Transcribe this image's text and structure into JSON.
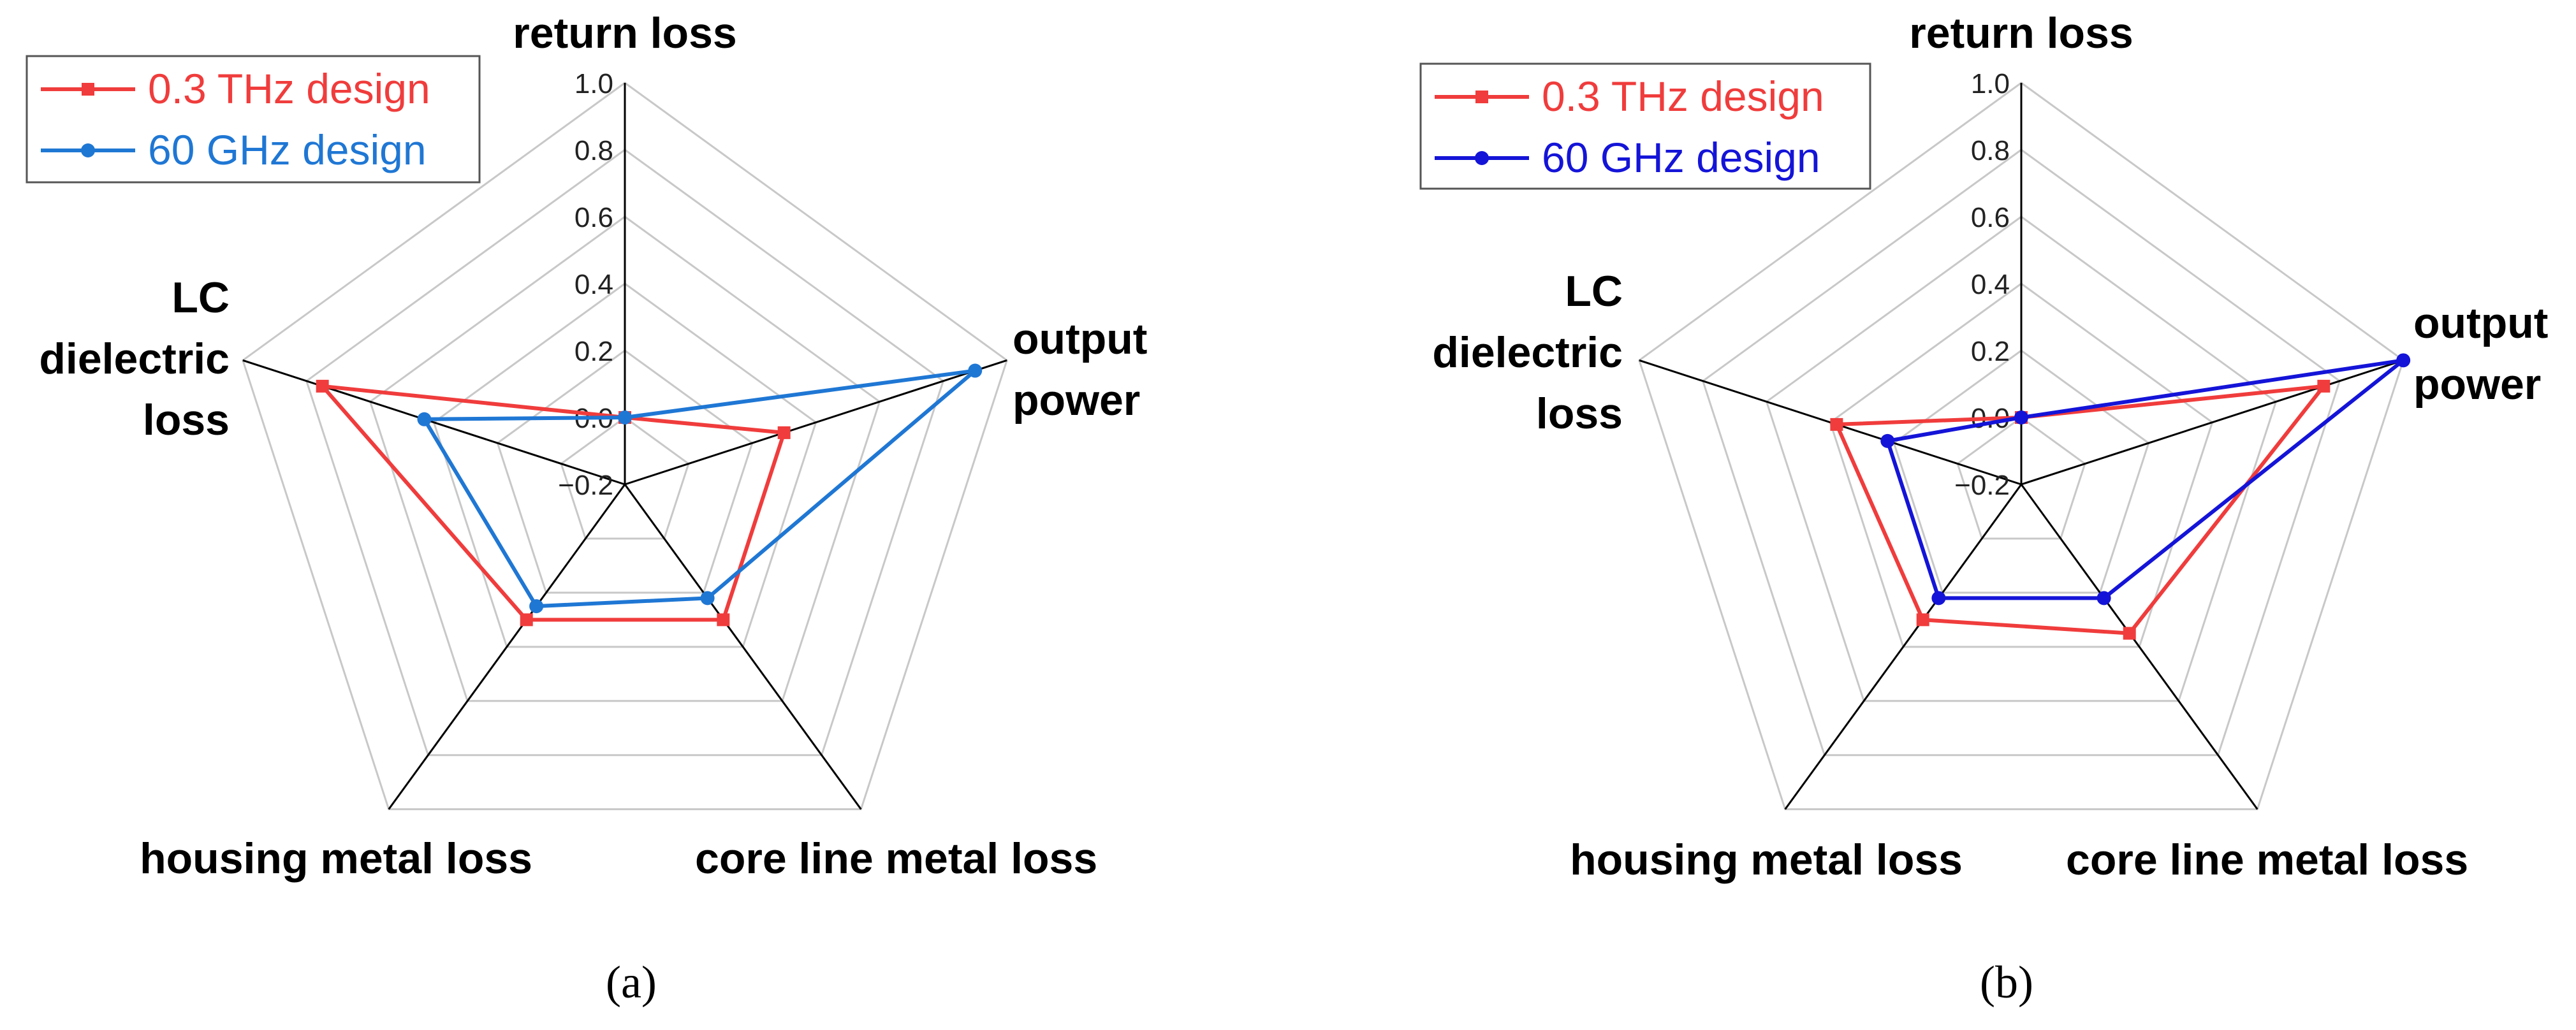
{
  "chart_data": [
    {
      "type": "radar",
      "panel_label": "(a)",
      "axes": [
        "return loss",
        "output power",
        "core line metal loss",
        "housing metal loss",
        "LC dielectric loss"
      ],
      "axis_label_lines": [
        [
          "return loss"
        ],
        [
          "output",
          "power"
        ],
        [
          "core line metal loss"
        ],
        [
          "housing metal loss"
        ],
        [
          "LC",
          "dielectric",
          "loss"
        ]
      ],
      "ticks": [
        "1.0",
        "0.8",
        "0.6",
        "0.4",
        "0.2",
        "0.0",
        "−0.2"
      ],
      "rlim": [
        -0.2,
        1.0
      ],
      "legend_position": "top-left",
      "series": [
        {
          "name": "0.3 THz design",
          "color": "#f03c3c",
          "marker": "square",
          "values": [
            0.0,
            0.3,
            0.3,
            0.3,
            0.75
          ]
        },
        {
          "name": "60 GHz design",
          "color": "#1f77d4",
          "marker": "circle",
          "values": [
            0.0,
            0.9,
            0.22,
            0.25,
            0.43
          ]
        }
      ]
    },
    {
      "type": "radar",
      "panel_label": "(b)",
      "axes": [
        "return loss",
        "output power",
        "core line metal loss",
        "housing metal loss",
        "LC dielectric loss"
      ],
      "axis_label_lines": [
        [
          "return loss"
        ],
        [
          "output",
          "power"
        ],
        [
          "core line metal loss"
        ],
        [
          "housing metal loss"
        ],
        [
          "LC",
          "dielectric",
          "loss"
        ]
      ],
      "ticks": [
        "1.0",
        "0.8",
        "0.6",
        "0.4",
        "0.2",
        "0.0",
        "−0.2"
      ],
      "rlim": [
        -0.2,
        1.0
      ],
      "legend_position": "top-left",
      "series": [
        {
          "name": "0.3 THz design",
          "color": "#f03c3c",
          "marker": "square",
          "values": [
            0.0,
            0.75,
            0.35,
            0.3,
            0.38
          ]
        },
        {
          "name": "60 GHz design",
          "color": "#1414d8",
          "marker": "circle",
          "values": [
            0.0,
            1.0,
            0.22,
            0.22,
            0.22
          ]
        }
      ]
    }
  ]
}
